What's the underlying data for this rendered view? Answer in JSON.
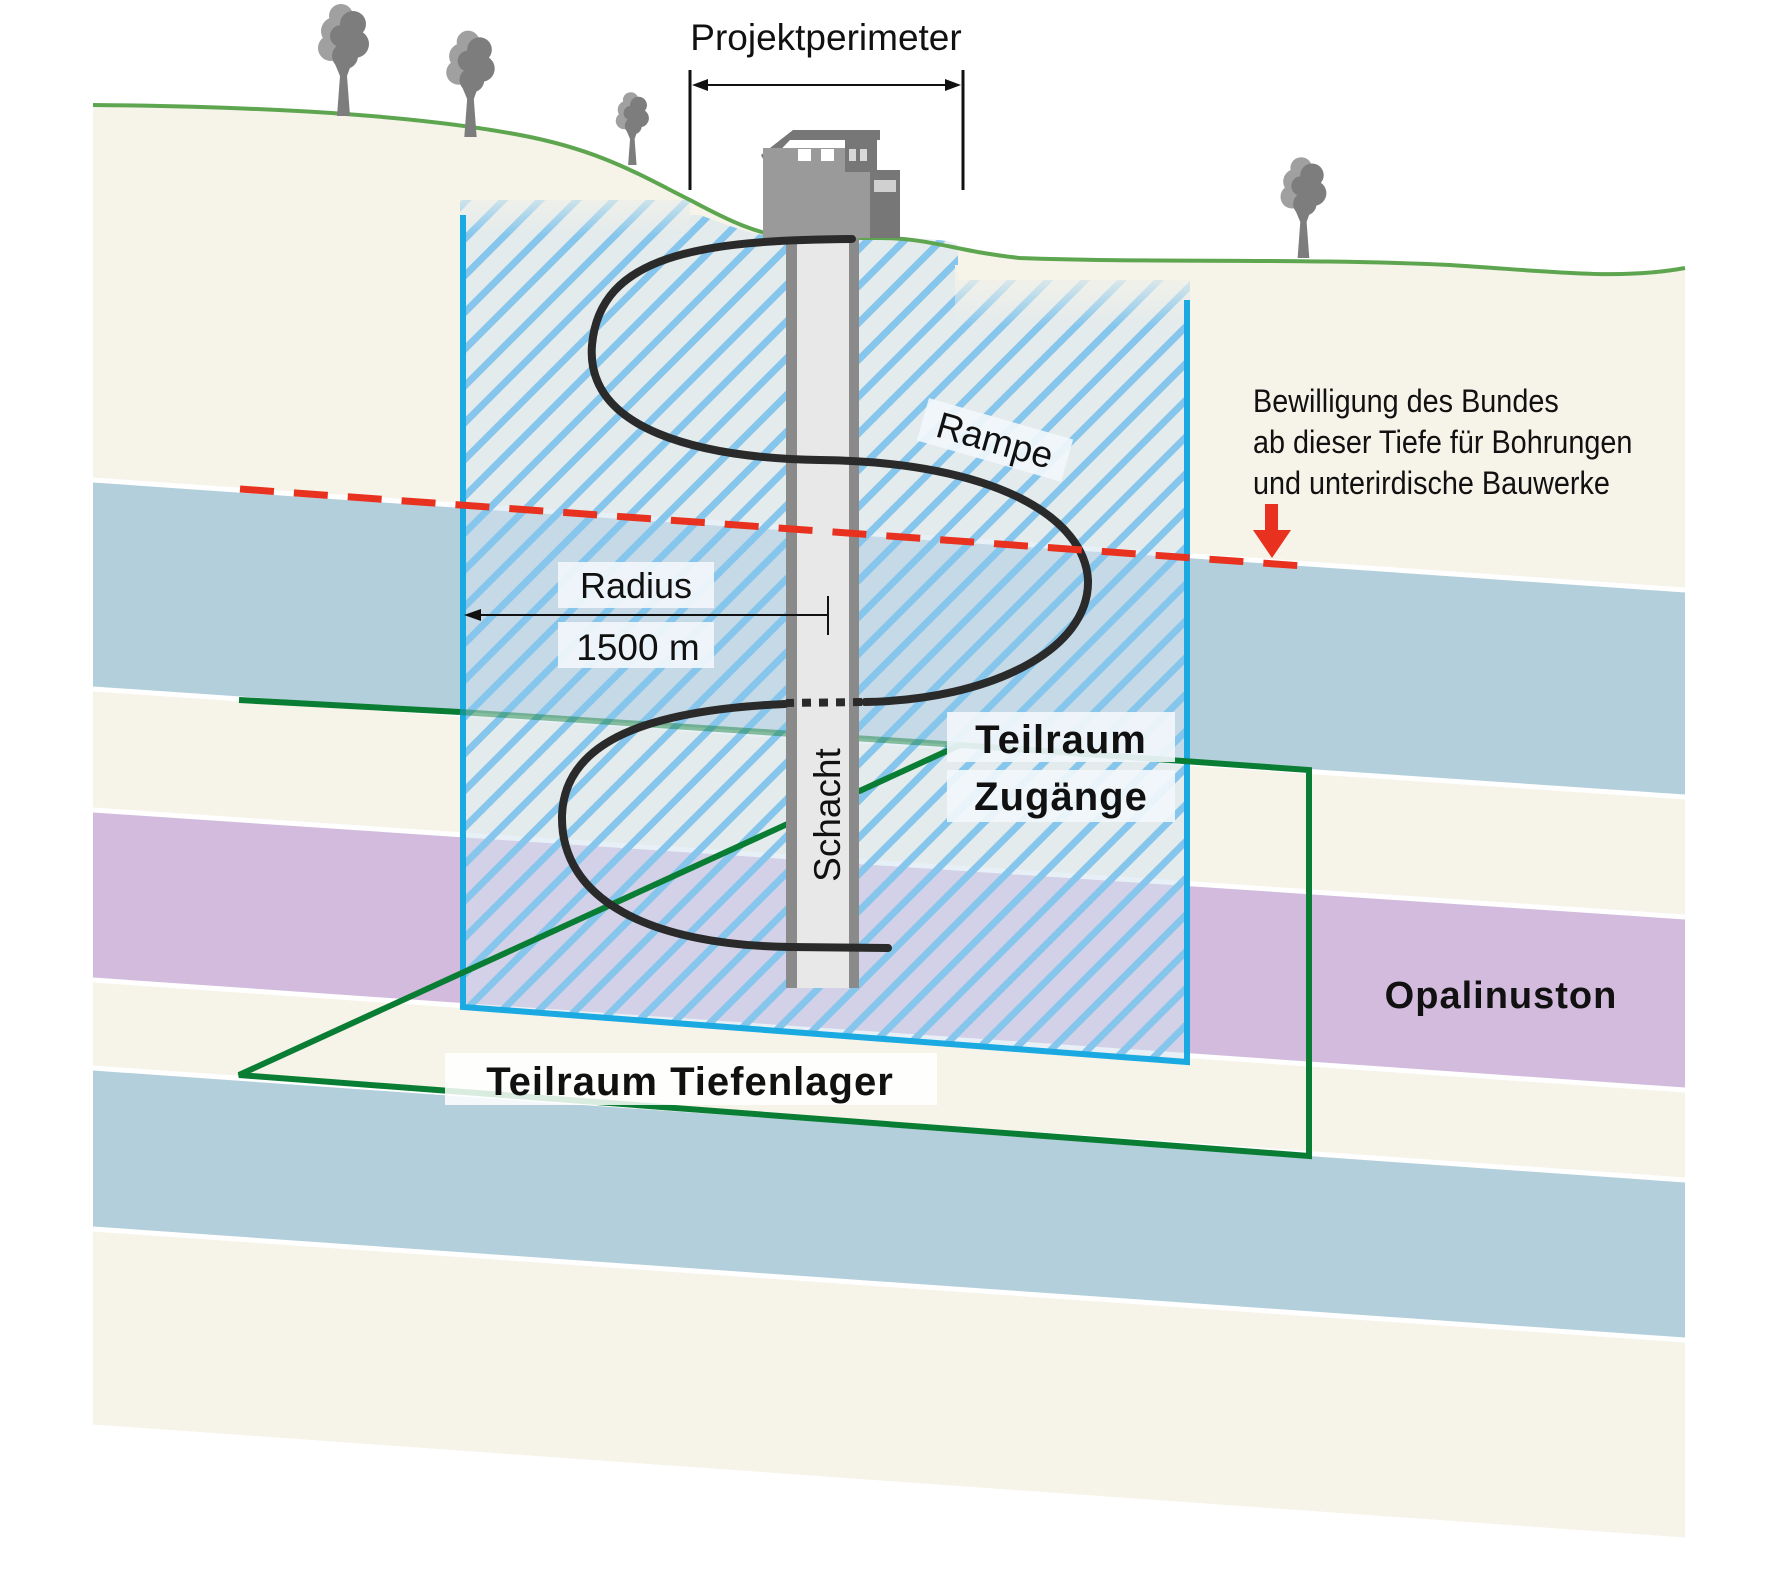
{
  "title": "Projektperimeter Tiefenlager Zugänge",
  "labels": {
    "project_perimeter": "Projektperimeter",
    "ramp": "Rampe",
    "radius": "Radius",
    "radius_value": "1500 m",
    "shaft": "Schacht",
    "subspace_access_line1": "Teilraum",
    "subspace_access_line2": "Zugänge",
    "subspace_repository": "Teilraum Tiefenlager",
    "formation": "Opalinuston",
    "federal_permit": [
      "Bewilligung des Bundes",
      "ab dieser Tiefe für Bohrungen",
      "und unterirdische Bauwerke"
    ]
  },
  "strata": [
    {
      "name": "surface-layer",
      "color": "#f6f3e9"
    },
    {
      "name": "upper-blue-layer",
      "color": "#b3cfdb"
    },
    {
      "name": "beige-layer-2",
      "color": "#f6f3e9"
    },
    {
      "name": "opalinuston-layer",
      "color": "#d2bbdd"
    },
    {
      "name": "beige-layer-3",
      "color": "#f6f3e9"
    },
    {
      "name": "lower-blue-layer",
      "color": "#b3cfdb"
    },
    {
      "name": "beige-layer-4",
      "color": "#f6f3e9"
    }
  ],
  "colors": {
    "ground_line": "#5ea54f",
    "access_zone_border": "#1aa9e1",
    "access_zone_hatch": "#87c6ec",
    "access_zone_fill": "#d3e4ee",
    "repository_border": "#0a7d34",
    "permit_line": "#e8321f",
    "ramp": "#2a2a2a",
    "shaft_wall": "#8a8a8a",
    "shaft_inner": "#e8e8e8",
    "building_main": "#9a9a9a",
    "building_dark": "#777777",
    "tree_light": "#a0a0a0",
    "tree_dark": "#7d7d7d"
  },
  "icons": {
    "building": "building-icon",
    "tree": "tree-icon",
    "arrow_down": "arrow-down-icon"
  },
  "tree_count": 4
}
